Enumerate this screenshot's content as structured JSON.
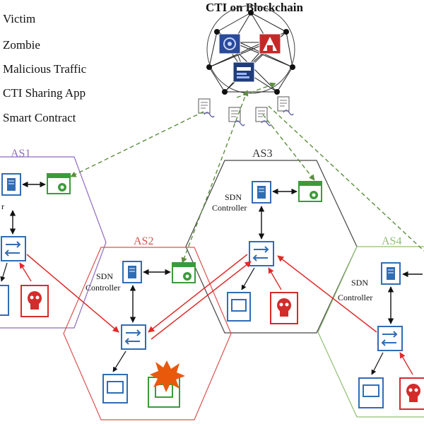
{
  "title": "CTI on Blockchain",
  "legend": [
    {
      "label": "Victim"
    },
    {
      "label": "Zombie"
    },
    {
      "label": "Malicious Traffic"
    },
    {
      "label": "CTI Sharing App"
    },
    {
      "label": "Smart Contract"
    }
  ],
  "domains": [
    {
      "label": "AS1",
      "color": "#8e6cc0"
    },
    {
      "label": "AS2",
      "color": "#d9534f"
    },
    {
      "label": "AS3",
      "color": "#333333"
    },
    {
      "label": "AS4",
      "color": "#8fbf73"
    }
  ],
  "controller_label_line1": "SDN",
  "controller_label_line2": "Controller",
  "controller_label_as1_partial": "r",
  "colors": {
    "device_blue": "#2f6db5",
    "app_green": "#3b9b3b",
    "traffic_red": "#e02a2a",
    "link_green": "#5b8f3c",
    "zombie_red": "#d42b2b",
    "explosion": "#e8590c"
  }
}
